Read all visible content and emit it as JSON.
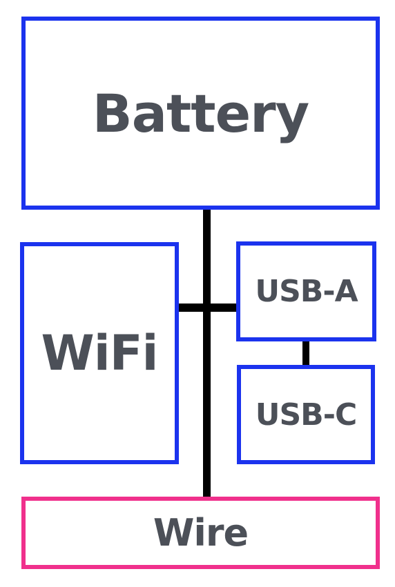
{
  "colors": {
    "module_border": "#1b33ee",
    "wire_border": "#f0308c",
    "label_text": "#4c5058",
    "connector": "#000000"
  },
  "diagram": {
    "battery": {
      "label": "Battery"
    },
    "wifi": {
      "label": "WiFi"
    },
    "usb_a": {
      "label": "USB-A"
    },
    "usb_c": {
      "label": "USB-C"
    },
    "wire": {
      "label": "Wire"
    }
  }
}
